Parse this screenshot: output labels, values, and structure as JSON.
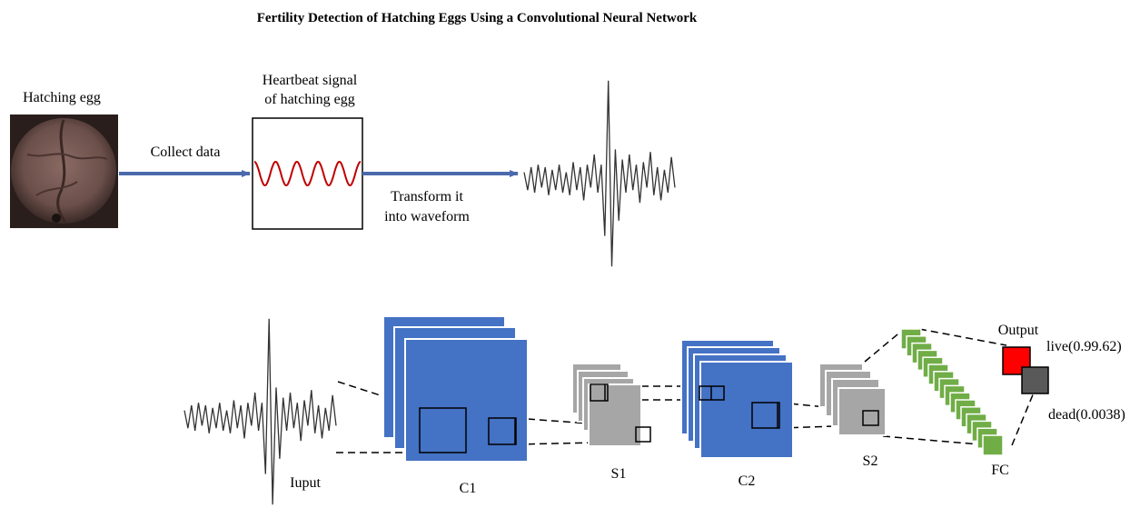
{
  "title": "Fertility Detection of Hatching Eggs Using a Convolutional Neural Network",
  "top_flow": {
    "egg_label": "Hatching egg",
    "collect_label": "Collect data",
    "signal_label_line1": "Heartbeat signal",
    "signal_label_line2": "of hatching egg",
    "transform_label_line1": "Transform it",
    "transform_label_line2": "into waveform"
  },
  "network": {
    "input_label": "Iuput",
    "c1_label": "C1",
    "s1_label": "S1",
    "c2_label": "C2",
    "s2_label": "S2",
    "fc_label": "FC",
    "output_label": "Output",
    "live_label": "live(0.99.62)",
    "dead_label": "dead(0.0038)"
  },
  "colors": {
    "conv_blue": "#4472C4",
    "pool_gray": "#A6A6A6",
    "fc_green": "#70AD47",
    "live_red": "#FF0000",
    "dead_gray": "#595959",
    "arrow_blue": "#4A6AAD",
    "sine_red": "#C00000"
  }
}
